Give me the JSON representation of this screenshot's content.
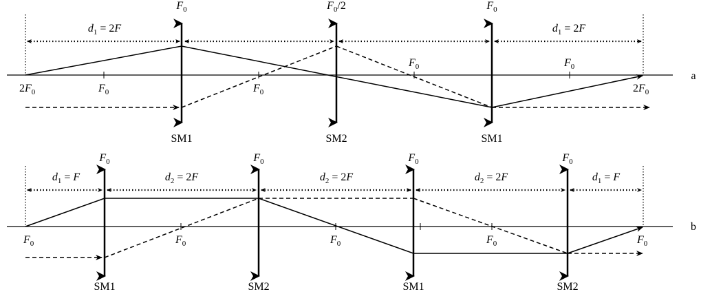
{
  "panel_a": {
    "id_label": "a",
    "lens_labels": [
      "SM1",
      "SM2",
      "SM1"
    ],
    "focal_top": [
      "F0",
      "F0/2",
      "F0"
    ],
    "d_left": "d1 = 2F",
    "d_right": "d1 = 2F",
    "axis_labels": [
      "2F0",
      "F0",
      "F0",
      "F0",
      "F0",
      "2F0"
    ]
  },
  "panel_b": {
    "id_label": "b",
    "lens_labels": [
      "SM1",
      "SM2",
      "SM1",
      "SM2"
    ],
    "focal_top": [
      "F0",
      "F0",
      "F0",
      "F0"
    ],
    "d_labels": [
      "d1 = F",
      "d2 = 2F",
      "d2 = 2F",
      "d2 = 2F",
      "d1 = F"
    ],
    "axis_labels": [
      "F0",
      "F0",
      "F0",
      "F0",
      "F0"
    ]
  }
}
